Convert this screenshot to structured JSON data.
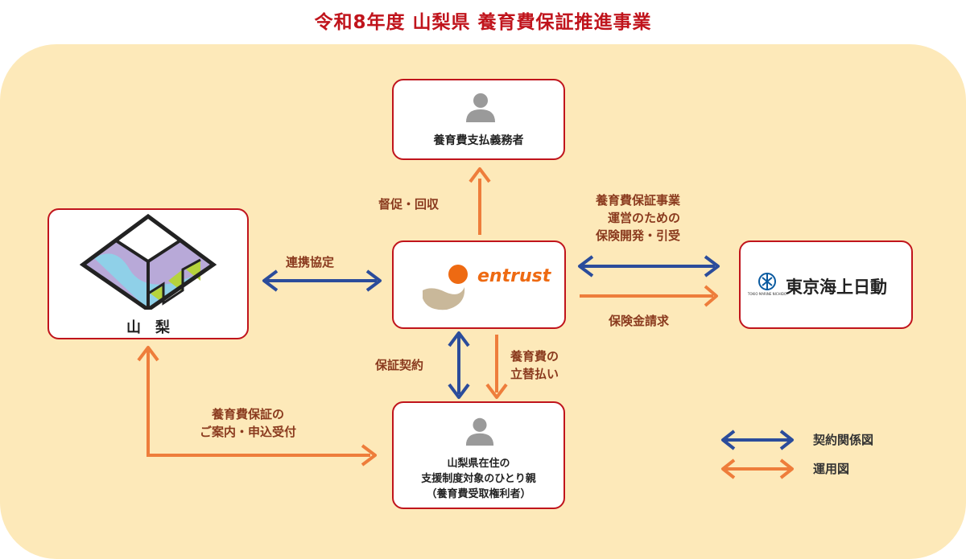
{
  "title": "令和8年度 山梨県 養育費保証推進事業",
  "nodes": {
    "payer": {
      "label": "養育費支払義務者"
    },
    "yamanashi": {
      "label": "山　梨"
    },
    "entrust": {
      "label": "entrust"
    },
    "tokio": {
      "label": "東京海上日動",
      "logo_text": "TOKIO MARINE NICHIDO"
    },
    "parent": {
      "line1": "山梨県在住の",
      "line2": "支援制度対象のひとり親",
      "line3": "（養育費受取権利者）"
    }
  },
  "edges": {
    "collect": "督促・回収",
    "partnership": "連携協定",
    "insurance_dev": [
      "養育費保証事業",
      "運営のための",
      "保険開発・引受"
    ],
    "claim": "保険金請求",
    "guarantee": "保証契約",
    "advance": [
      "養育費の",
      "立替払い"
    ],
    "guidance": [
      "養育費保証の",
      "ご案内・申込受付"
    ]
  },
  "legend": [
    {
      "label": "契約関係図",
      "color": "#2b4c9b"
    },
    {
      "label": "運用図",
      "color": "#ee7d3b"
    }
  ],
  "colors": {
    "title": "#c0141c",
    "contract": "#2b4c9b",
    "operation": "#ee7d3b",
    "panel": "#fde9b9"
  }
}
